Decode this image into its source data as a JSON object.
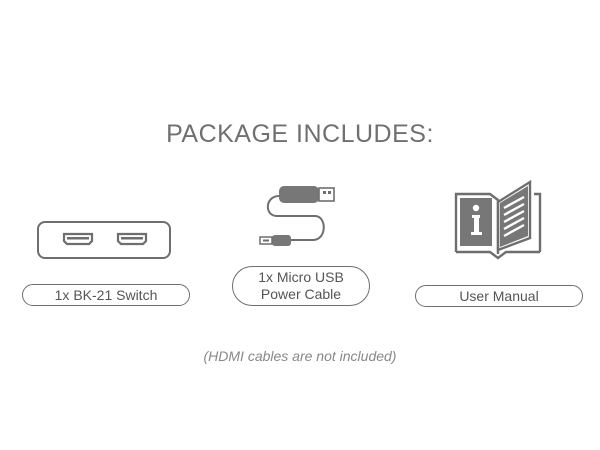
{
  "header": {
    "title": "PACKAGE INCLUDES:"
  },
  "items": [
    {
      "label": "1x BK-21 Switch",
      "icon": "switch-device-icon"
    },
    {
      "label_line1": "1x Micro USB",
      "label_line2": "Power Cable",
      "icon": "usb-cable-icon"
    },
    {
      "label": "User Manual",
      "icon": "user-manual-icon"
    }
  ],
  "footer": {
    "note": "(HDMI cables are not included)"
  },
  "colors": {
    "stroke": "#6e6e6e",
    "fill": "#777777",
    "text": "#555555"
  }
}
